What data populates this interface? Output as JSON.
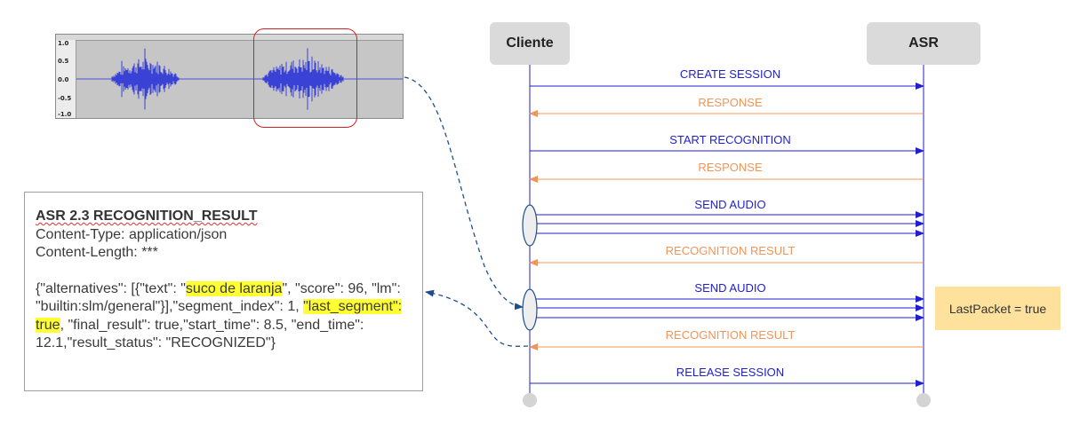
{
  "waveform": {
    "scale_labels": [
      "1.0",
      "0.5",
      "0.0",
      "-0.5",
      "-1.0"
    ]
  },
  "result_box": {
    "title": "ASR 2.3 RECOGNITION_RESULT",
    "content_type": "Content-Type: application/json",
    "content_length": "Content-Length: ***",
    "json_part1": "{\"alternatives\": [{\"text\": \"",
    "json_highlight1": "suco de laranja",
    "json_part2": "\", \"score\": 96, \"lm\": \"builtin:slm/general\"}],\"segment_index\": 1, ",
    "json_highlight2": "\"last_segment\": true",
    "json_part3": ", \"final_result\": true,\"start_time\": 8.5, \"end_time\": 12.1,\"result_status\": \"RECOGNIZED\"}"
  },
  "sequence": {
    "actors": {
      "client": "Cliente",
      "server": "ASR"
    },
    "colors": {
      "request": "#1f1fd0",
      "response": "#f0955a",
      "link": "#1f4e8c"
    },
    "messages": [
      {
        "label": "CREATE SESSION",
        "direction": "request"
      },
      {
        "label": "RESPONSE",
        "direction": "response"
      },
      {
        "label": "START RECOGNITION",
        "direction": "request"
      },
      {
        "label": "RESPONSE",
        "direction": "response"
      },
      {
        "label": "SEND AUDIO",
        "direction": "request"
      },
      {
        "label": "RECOGNITION RESULT",
        "direction": "response"
      },
      {
        "label": "SEND AUDIO",
        "direction": "request"
      },
      {
        "label": "RECOGNITION RESULT",
        "direction": "response"
      },
      {
        "label": "RELEASE SESSION",
        "direction": "request"
      }
    ],
    "note": "LastPacket = true"
  }
}
